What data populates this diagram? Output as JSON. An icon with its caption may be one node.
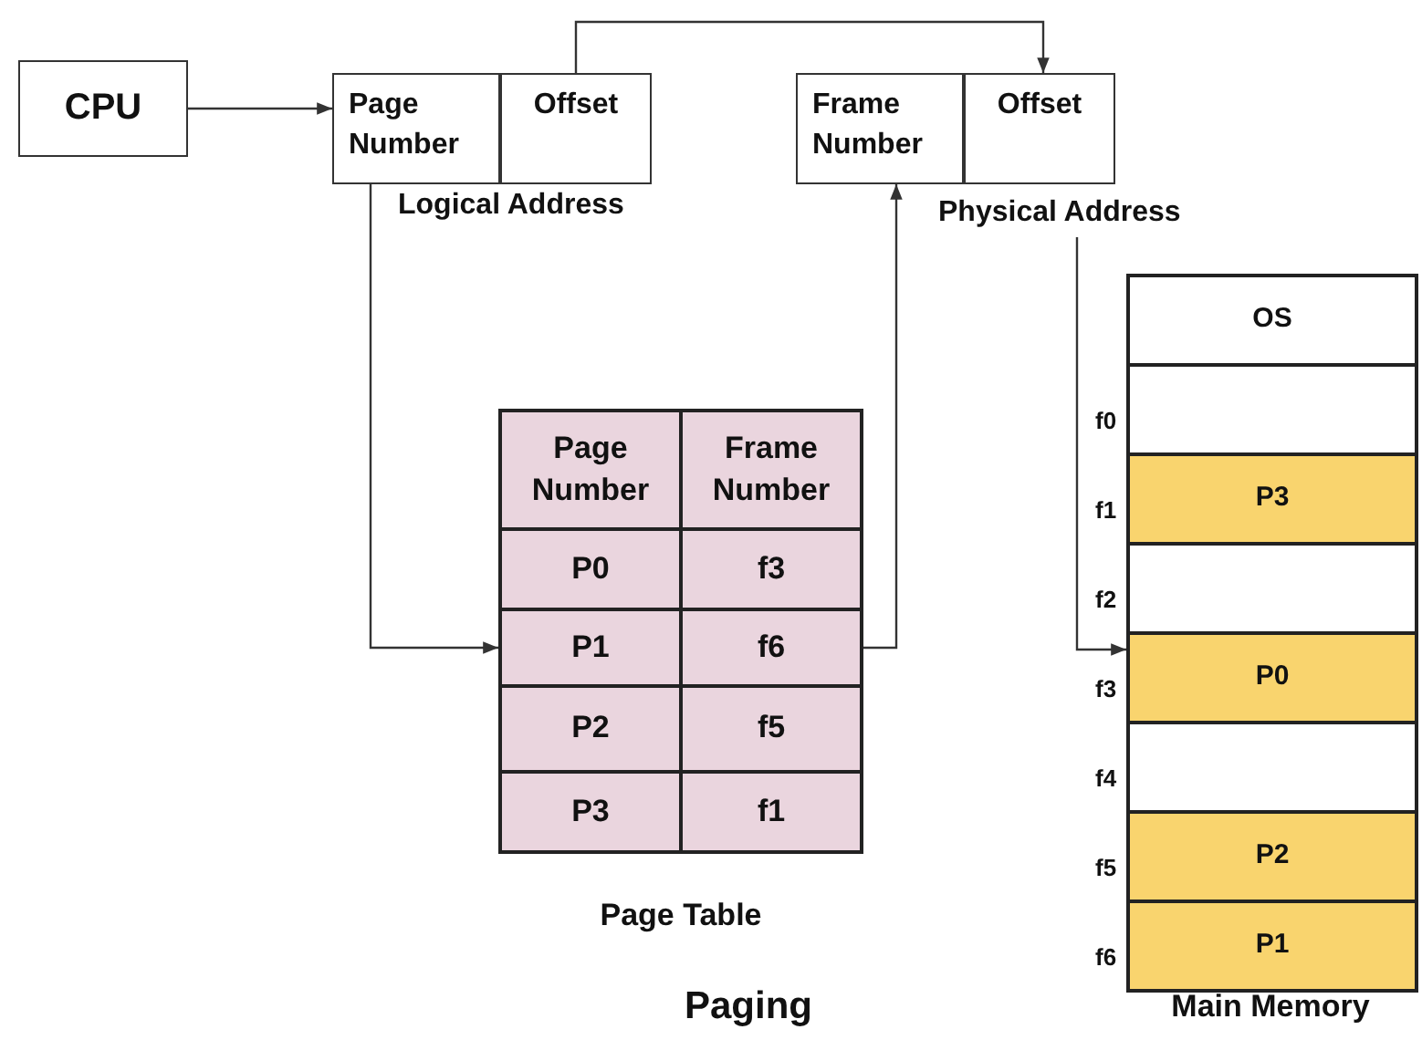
{
  "diagram": {
    "caption": "Paging",
    "nodes": [
      {
        "text": [
          "CPU"
        ]
      },
      {
        "text": [
          "Page Number"
        ]
      },
      {
        "text": [
          "Offset"
        ]
      },
      {
        "text": [
          "Frame Number"
        ]
      },
      {
        "text": [
          "Offset"
        ]
      },
      {
        "text": [
          "Physical Address"
        ]
      },
      {
        "text": [
          "Page Table"
        ]
      },
      {
        "text": [
          "Page Number"
        ],
        "in": 6
      },
      {
        "text": [
          "Frame Number"
        ],
        "in": 6
      },
      {
        "text": [
          "P0"
        ],
        "in": 6
      },
      {
        "text": [
          "f3"
        ],
        "in": 6
      },
      {
        "text": [
          "P1"
        ],
        "in": 6
      },
      {
        "text": [
          "f6"
        ],
        "in": 6
      },
      {
        "text": [
          "P2"
        ],
        "in": 6
      },
      {
        "text": [
          "f5"
        ],
        "in": 6
      },
      {
        "text": [
          "P3"
        ],
        "in": 6
      },
      {
        "text": [
          "f1"
        ],
        "in": 6
      },
      {
        "text": [
          "Main Memory"
        ]
      },
      {
        "text": [
          "OS"
        ],
        "in": 17
      },
      {
        "text": [],
        "shape": "box",
        "in": 17,
        "beside": [
          "f0"
        ]
      },
      {
        "text": [
          "P3"
        ],
        "in": 17,
        "beside": [
          "f1"
        ]
      },
      {
        "text": [],
        "shape": "box",
        "in": 17,
        "beside": [
          "f2"
        ]
      },
      {
        "text": [
          "P0"
        ],
        "in": 17,
        "beside": [
          "f3"
        ]
      },
      {
        "text": [],
        "shape": "box",
        "in": 17,
        "beside": [
          "f4"
        ]
      },
      {
        "text": [
          "P2"
        ],
        "in": 17,
        "beside": [
          "f5"
        ]
      },
      {
        "text": [
          "P1"
        ],
        "in": 17,
        "beside": [
          "f6"
        ]
      }
    ],
    "edges": [
      {
        "from": 0,
        "to": 1,
        "arrow": "to"
      },
      {
        "from": 2,
        "to": 4,
        "arrow": "to"
      },
      {
        "from": 1,
        "to": 11,
        "arrow": "to"
      },
      {
        "from": 12,
        "to": 3,
        "arrow": "to"
      },
      {
        "from": 5,
        "to": 22,
        "arrow": "to"
      }
    ],
    "labels": [
      "Logical Address"
    ]
  }
}
